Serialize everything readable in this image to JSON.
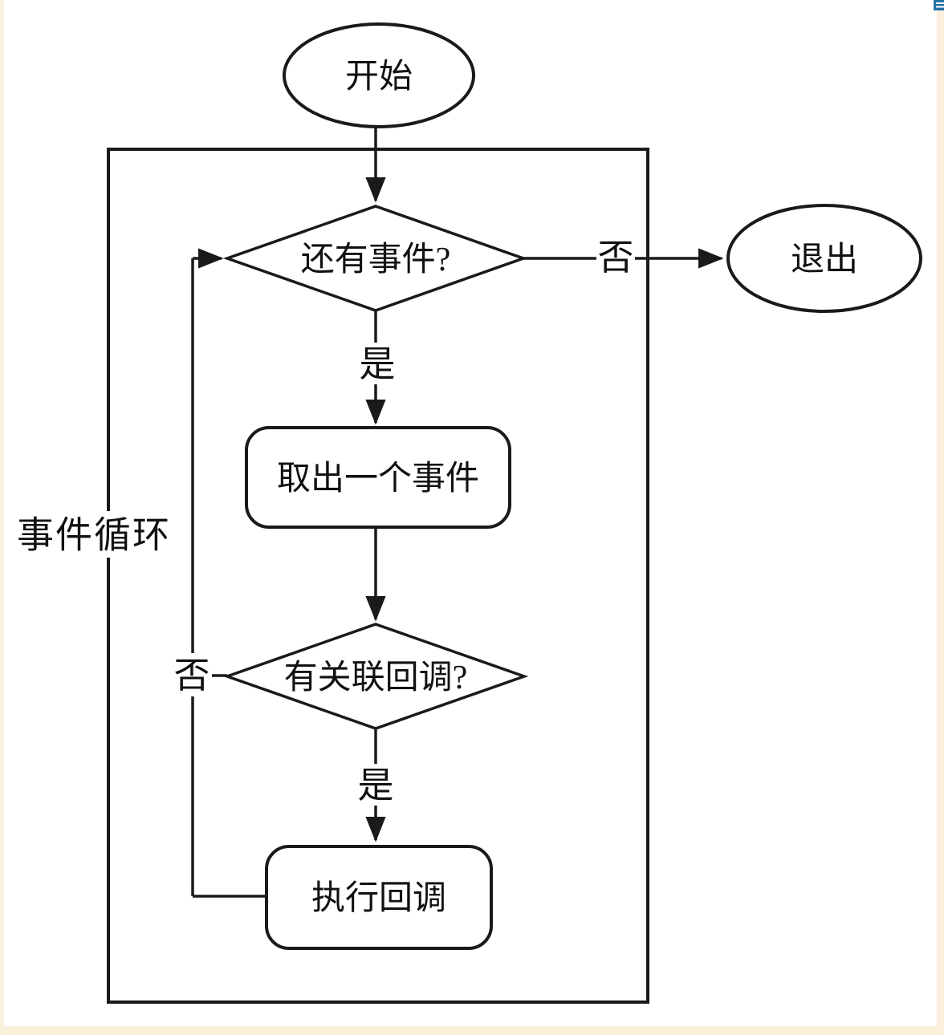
{
  "page": {
    "background_color": "#faf0dc",
    "canvas_color": "#ffffff",
    "line_color": "#1a1a1a"
  },
  "header": {
    "menu_icon_color": "#2471a3"
  },
  "diagram": {
    "nodes": {
      "start": {
        "type": "terminator-ellipse",
        "label": "开始"
      },
      "has_events": {
        "type": "decision-diamond",
        "label": "还有事件?"
      },
      "exit": {
        "type": "terminator-ellipse",
        "label": "退出"
      },
      "fetch_event": {
        "type": "process-rounded-rect",
        "label": "取出一个事件"
      },
      "has_callback": {
        "type": "decision-diamond",
        "label": "有关联回调?"
      },
      "run_callback": {
        "type": "process-rounded-rect",
        "label": "执行回调"
      }
    },
    "edge_labels": {
      "no_exit": "否",
      "yes_fetch": "是",
      "no_loop": "否",
      "yes_run": "是"
    },
    "loop_container_label": "事件循环"
  }
}
